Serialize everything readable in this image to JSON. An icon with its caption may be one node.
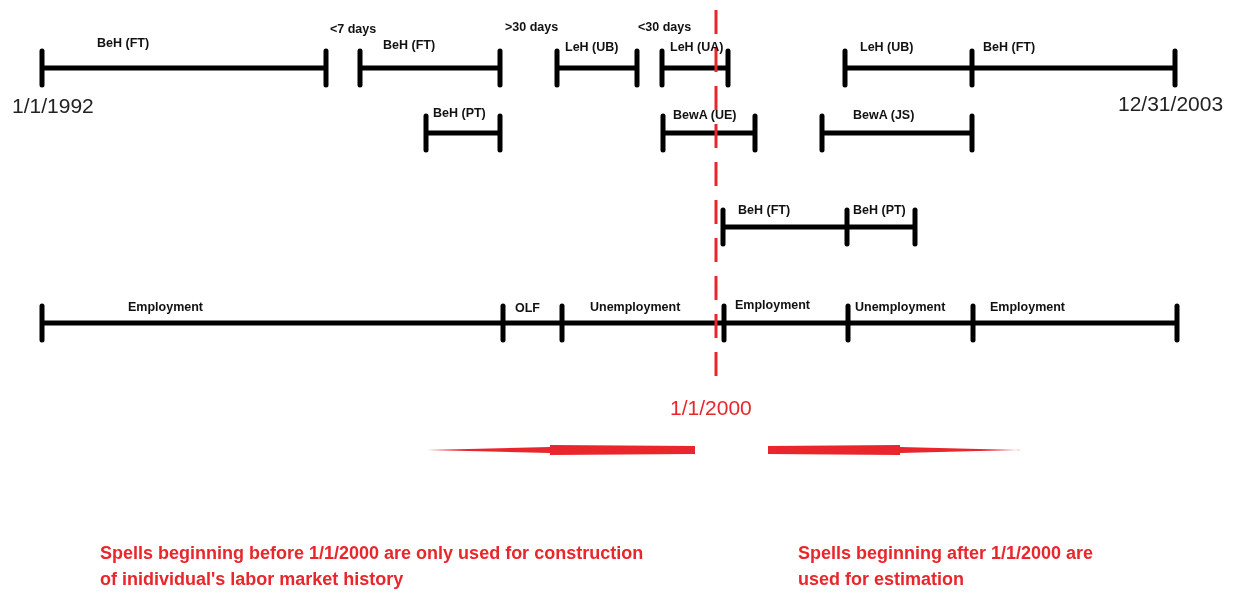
{
  "diagram": {
    "labels": [
      "BeH (FT)",
      "<7 days",
      "BeH (FT)",
      ">30 days",
      "LeH (UB)",
      "<30 days",
      "LeH (UA)",
      "LeH (UB)",
      "BeH (FT)",
      "1/1/1992",
      "12/31/2003",
      "BeH (PT)",
      "BewA (UE)",
      "BewA (JS)",
      "BeH (FT)",
      "BeH (PT)",
      "Employment",
      "OLF",
      "Unemployment",
      "Employment",
      "Unemployment",
      "Employment",
      "1/1/2000",
      "Spells beginning before 1/1/2000 are only used for construction of inidividual's labor market history",
      "Spells beginning after 1/1/2000 are used for estimation"
    ]
  }
}
